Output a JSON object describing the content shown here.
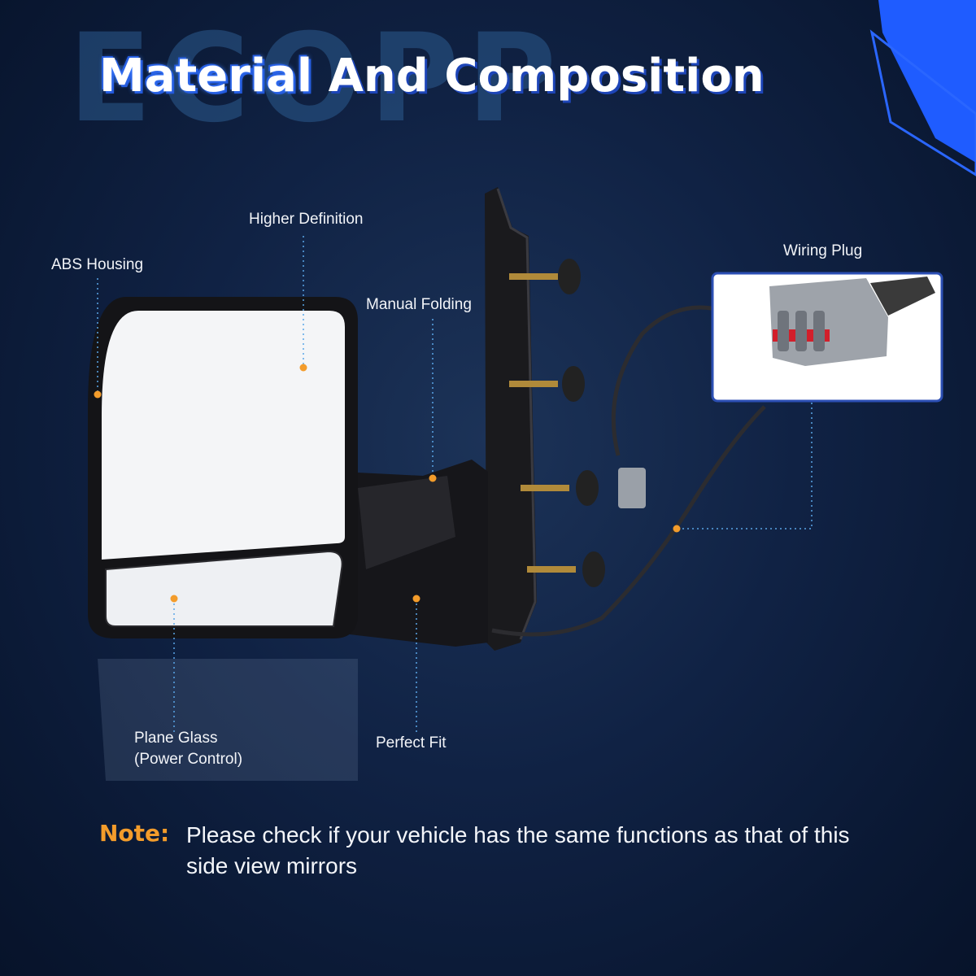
{
  "watermark": "ECOPP",
  "title": {
    "highlight": "Material",
    "rest": "And Composition"
  },
  "callouts": {
    "abs_housing": "ABS Housing",
    "higher_definition": "Higher Definition",
    "manual_folding": "Manual Folding",
    "wiring_plug": "Wiring Plug",
    "plane_glass_line1": "Plane Glass",
    "plane_glass_line2": "(Power Control)",
    "perfect_fit": "Perfect Fit"
  },
  "note": {
    "key": "Note:",
    "text": "Please check if your vehicle has the same functions as that of this side view mirrors"
  },
  "colors": {
    "accent_orange": "#f39c2b",
    "accent_blue": "#1f5cff",
    "background": "#0f2142"
  }
}
